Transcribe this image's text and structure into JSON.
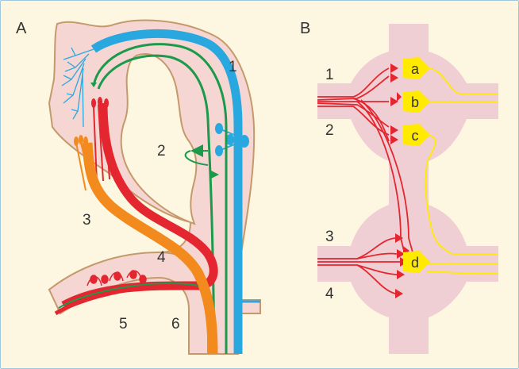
{
  "panels": {
    "a": {
      "label": "A",
      "numbers": [
        "1",
        "2",
        "3",
        "4",
        "5",
        "6"
      ]
    },
    "b": {
      "label": "B",
      "numbers": [
        "1",
        "2",
        "3",
        "4"
      ],
      "nodes": [
        "a",
        "b",
        "c",
        "d"
      ]
    }
  },
  "colors": {
    "background": "#fdf6e0",
    "tissue": "#f6d6d3",
    "outline": "#c49a6c",
    "blue": "#29a8e0",
    "green": "#1a9a4a",
    "red": "#e3262f",
    "orange": "#f28a1e",
    "yellow": "#ffea00",
    "pink_region": "#f0cfd4"
  }
}
